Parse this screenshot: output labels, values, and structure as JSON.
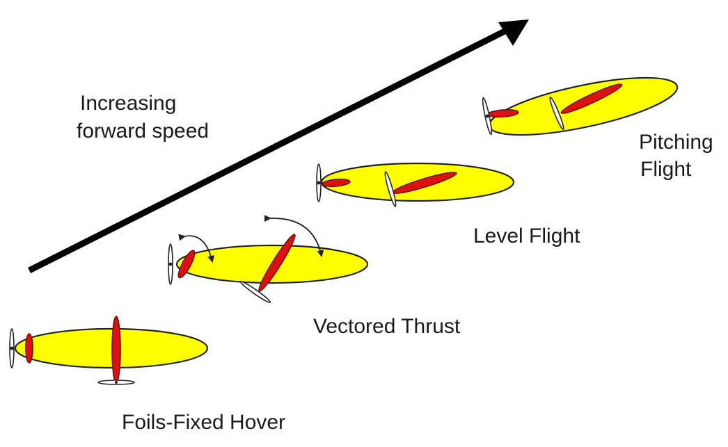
{
  "labels": {
    "speed_line1": "Increasing",
    "speed_line2": "forward speed",
    "pitching_line1": "Pitching",
    "pitching_line2": "Flight",
    "level": "Level Flight",
    "vectored": "Vectored Thrust",
    "hover": "Foils-Fixed Hover"
  },
  "colors": {
    "hull": "#ffff00",
    "foil": "#dd1111",
    "arrow": "#000000",
    "outline": "#222222"
  },
  "icons": {
    "arrow": "increasing-speed-arrow",
    "vehicle": "underwater-vehicle-icon",
    "propeller": "propeller-icon",
    "foil": "hydrofoil-icon",
    "rotation": "rotation-arrow-icon"
  }
}
